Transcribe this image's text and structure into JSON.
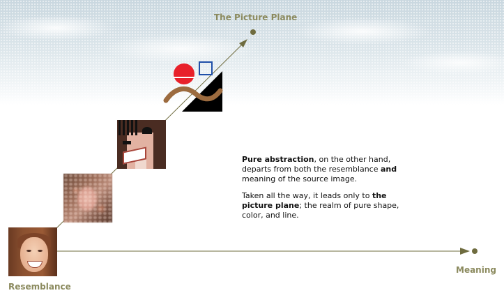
{
  "labels": {
    "picture_plane": "The Picture Plane",
    "meaning": "Meaning",
    "resemblance": "Resemblance"
  },
  "paragraph1": {
    "bold1": "Pure abstraction",
    "text1": ", on the other hand, departs from both the resemblance ",
    "bold2": "and",
    "text2": " meaning of the source image."
  },
  "paragraph2": {
    "text1": "Taken all the way, it leads only to ",
    "bold1": "the picture plane",
    "text2": "; the realm of pure shape, color, and line."
  },
  "colors": {
    "axis": "#6f6c3f",
    "label": "#8b8a5e",
    "red_circle": "#e8202a",
    "blue_square": "#1f4fa8",
    "brown_wave": "#9c6b3f",
    "black_triangle": "#000000"
  },
  "icons": {
    "arrowhead": "arrowhead-icon",
    "endpoint": "endpoint-dot-icon"
  }
}
